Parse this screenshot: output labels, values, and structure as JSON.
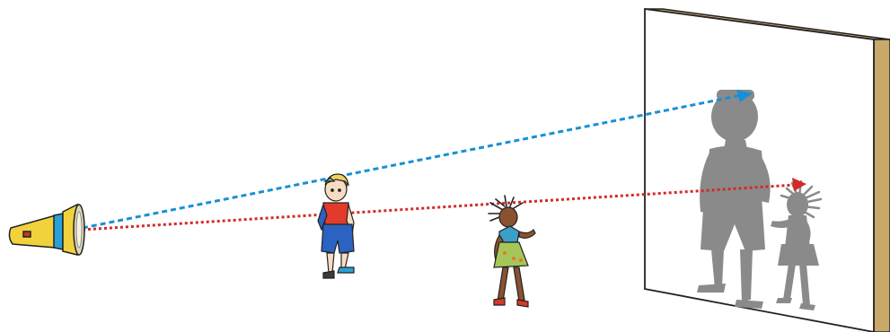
{
  "scene": {
    "objects": {
      "torch": "flashlight-icon",
      "near_child": "boy-figure",
      "far_child": "girl-figure",
      "surface": "screen-wall"
    },
    "shadows": [
      "boy-shadow",
      "girl-shadow"
    ],
    "rays": [
      {
        "color": "#1a8fd6",
        "target": "boy-shadow-head",
        "style": "dashed-arrow"
      },
      {
        "color": "#d42a2a",
        "target": "girl-shadow-head",
        "style": "dotted-arrow"
      }
    ],
    "colors": {
      "wall_face": "#ffffff",
      "wall_edge": "#c8a96a",
      "shadow": "#8a8a8a",
      "torch_body": "#f2d23c",
      "torch_band": "#2aa0d8"
    }
  }
}
